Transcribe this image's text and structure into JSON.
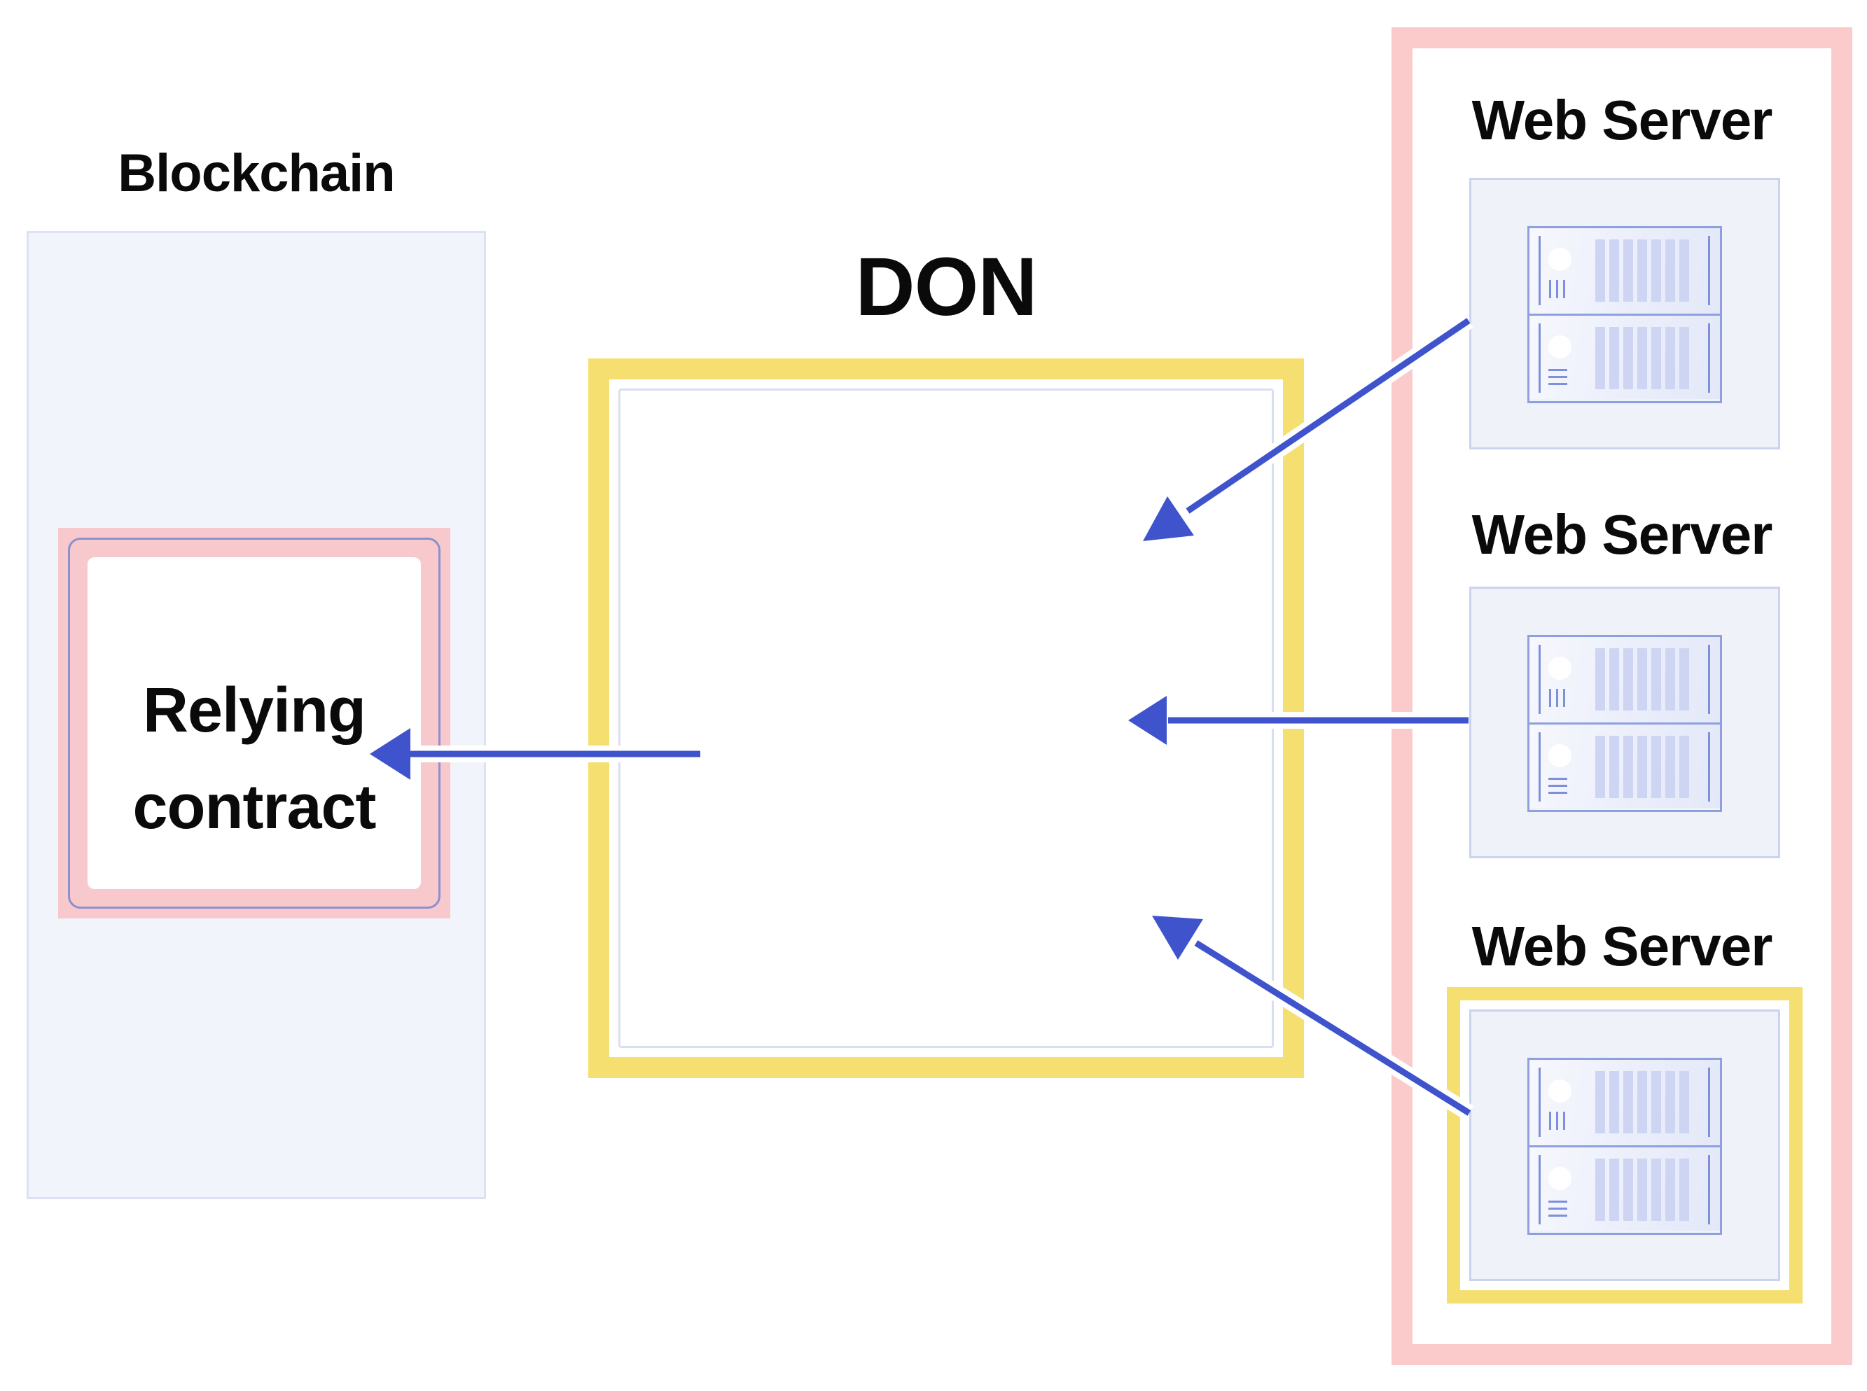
{
  "diagram": {
    "blockchain": {
      "label": "Blockchain",
      "relying_contract": {
        "line1": "Relying",
        "line2": "contract"
      }
    },
    "don": {
      "label": "DON"
    },
    "web_server_column": {
      "servers": [
        {
          "label": "Web Server",
          "highlighted": false,
          "icon": "server-rack-icon"
        },
        {
          "label": "Web Server",
          "highlighted": false,
          "icon": "server-rack-icon"
        },
        {
          "label": "Web Server",
          "highlighted": true,
          "icon": "server-rack-icon"
        }
      ]
    },
    "arrows": [
      {
        "from": "don",
        "to": "relying-contract",
        "direction": "left"
      },
      {
        "from": "web-server-1",
        "to": "don",
        "direction": "down-left"
      },
      {
        "from": "web-server-2",
        "to": "don",
        "direction": "left"
      },
      {
        "from": "web-server-3",
        "to": "don",
        "direction": "up-left"
      }
    ],
    "colors": {
      "yellow_frame": "#F4DF70",
      "pink_panel": "#FBCBCB",
      "pink_contract_frame": "#F7C9CC",
      "purple_contract_border": "#8B90CE",
      "arrow_blue": "#3F53CD",
      "panel_lavender_fill": "#F2F4FB",
      "panel_lavender_border": "#DCE2F4",
      "icon_box_fill": "#F0F2FA",
      "icon_box_border": "#CBD4EF",
      "rack_border": "#8FA0E0",
      "rack_detail": "#7E90DB",
      "vent_bar": "#CDD5F2",
      "text": "#0A0A0A"
    }
  }
}
